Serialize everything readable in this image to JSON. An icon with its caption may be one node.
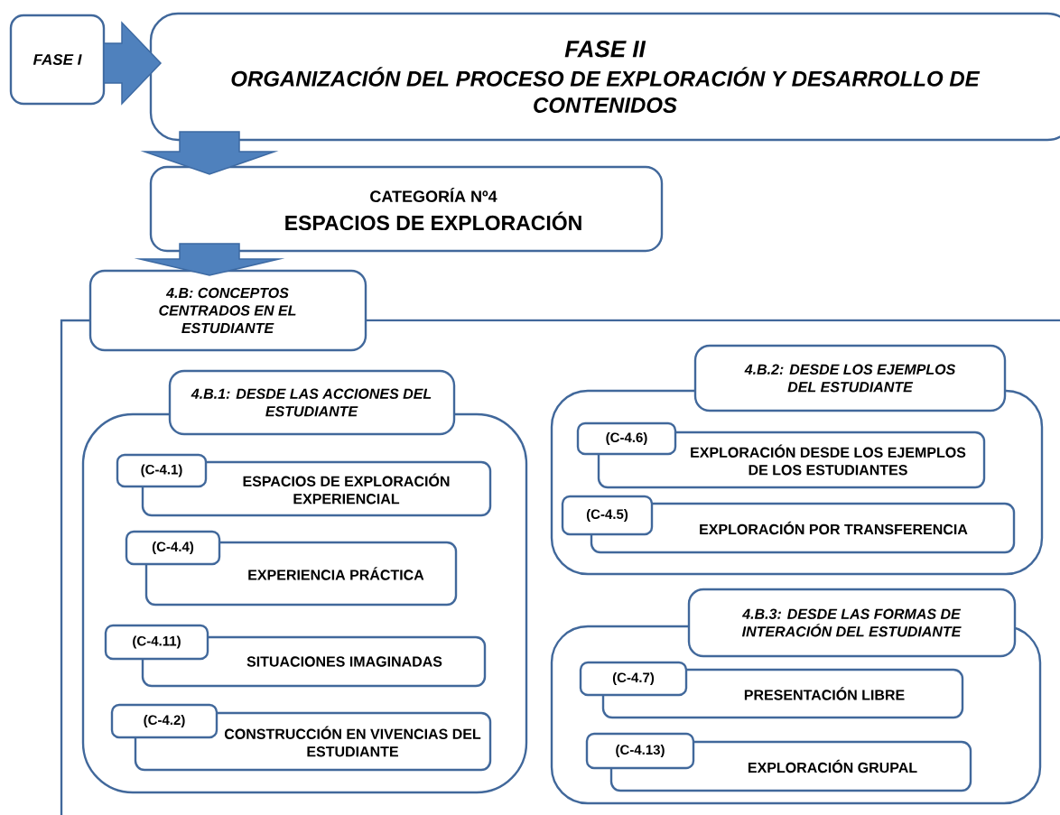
{
  "diagram": {
    "nodes": [
      {
        "text": [
          "FASE I"
        ]
      },
      {
        "text": [
          "FASE II",
          "ORGANIZACIÓN DEL PROCESO DE EXPLORACIÓN Y DESARROLLO DE CONTENIDOS"
        ]
      },
      {
        "text": [
          "CATEGORÍA Nº4",
          "ESPACIOS DE EXPLORACIÓN"
        ]
      },
      {
        "text": [
          "4.B: CONCEPTOS CENTRADOS EN EL ESTUDIANTE"
        ]
      },
      {
        "text": [
          "4.B.1: DESDE LAS ACCIONES DEL ESTUDIANTE"
        ]
      },
      {
        "text": [],
        "shape": "box"
      },
      {
        "text": [
          "(C-4.1)"
        ],
        "in": 5
      },
      {
        "text": [
          "ESPACIOS DE EXPLORACIÓN EXPERIENCIAL"
        ],
        "in": 5
      },
      {
        "text": [
          "(C-4.4)"
        ],
        "in": 5
      },
      {
        "text": [
          "EXPERIENCIA PRÁCTICA"
        ],
        "in": 5
      },
      {
        "text": [
          "(C-4.11)"
        ],
        "in": 5
      },
      {
        "text": [
          "SITUACIONES IMAGINADAS"
        ],
        "in": 5
      },
      {
        "text": [
          "(C-4.2)"
        ],
        "in": 5
      },
      {
        "text": [
          "CONSTRUCCIÓN EN VIVENCIAS DEL ESTUDIANTE"
        ],
        "in": 5
      },
      {
        "text": [
          "4.B.2: DESDE LOS EJEMPLOS DEL ESTUDIANTE"
        ]
      },
      {
        "text": [],
        "shape": "box"
      },
      {
        "text": [
          "(C-4.6)"
        ],
        "in": 15
      },
      {
        "text": [
          "EXPLORACIÓN DESDE LOS EJEMPLOS DE LOS ESTUDIANTES"
        ],
        "in": 15
      },
      {
        "text": [
          "(C-4.5)"
        ],
        "in": 15
      },
      {
        "text": [
          "EXPLORACIÓN POR TRANSFERENCIA"
        ],
        "in": 15
      },
      {
        "text": [
          "4.B.3: DESDE LAS FORMAS DE INTERACIÓN  DEL ESTUDIANTE"
        ]
      },
      {
        "text": [],
        "shape": "box"
      },
      {
        "text": [
          "(C-4.7)"
        ],
        "in": 21
      },
      {
        "text": [
          "PRESENTACIÓN LIBRE"
        ],
        "in": 21
      },
      {
        "text": [
          "(C-4.13)"
        ],
        "in": 21
      },
      {
        "text": [
          "EXPLORACIÓN GRUPAL"
        ],
        "in": 21
      }
    ],
    "edges": [
      {
        "from": 0,
        "to": 1,
        "arrow": "to"
      },
      {
        "from": 1,
        "to": 2,
        "arrow": "to"
      },
      {
        "from": 2,
        "to": 3,
        "arrow": "to"
      }
    ]
  }
}
